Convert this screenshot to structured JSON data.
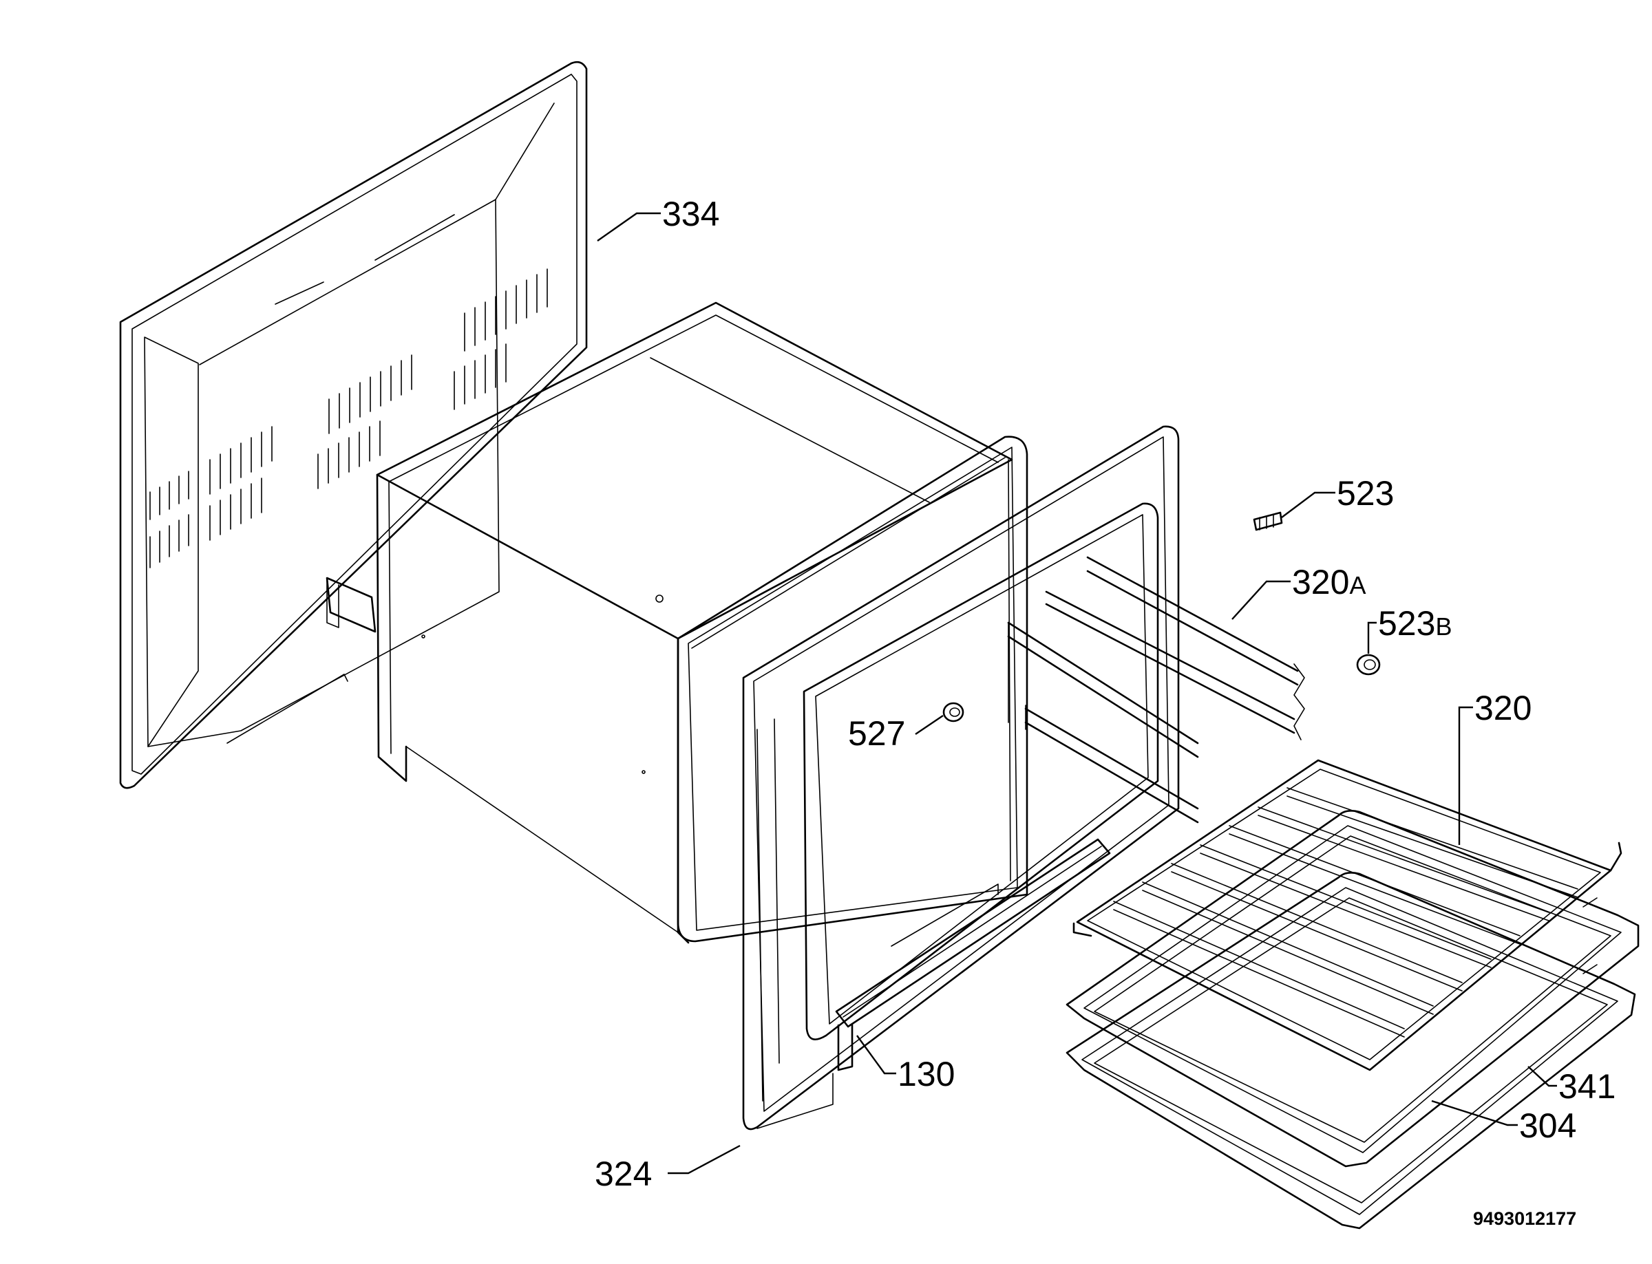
{
  "diagram": {
    "callouts": [
      {
        "id": "334",
        "text": "334"
      },
      {
        "id": "523",
        "text": "523"
      },
      {
        "id": "320A",
        "text": "320",
        "suffix": "A"
      },
      {
        "id": "523B",
        "text": "523",
        "suffix": "B"
      },
      {
        "id": "320",
        "text": "320"
      },
      {
        "id": "527",
        "text": "527"
      },
      {
        "id": "130",
        "text": "130"
      },
      {
        "id": "341",
        "text": "341"
      },
      {
        "id": "304",
        "text": "304"
      },
      {
        "id": "324",
        "text": "324"
      }
    ],
    "document_number": "9493012177"
  }
}
